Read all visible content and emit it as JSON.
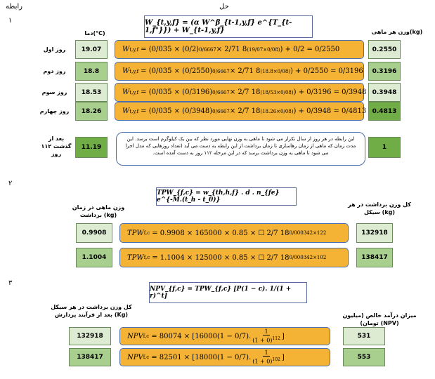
{
  "headers": {
    "relation": "رابطه",
    "solution": "حل"
  },
  "sections": [
    "۱",
    "۲",
    "۳"
  ],
  "s1": {
    "formula": "W_{t,y,f} = (α W^β_{t-1,y,f} e^{T_{t-1,f°}}) + W_{t-1,y,f}",
    "left_header": "دما(°C)",
    "right_header": "وزن هر ماهی(kg)",
    "rows": [
      {
        "day": "روز اول",
        "temp": "19.07",
        "weight": "0.2550",
        "eq": "= (0/035 × (0/2)",
        "exp1": "0/6667",
        "mid": " × 2/71 8",
        "exp2": "(19/07×0/08)",
        "tail": ") + 0/2 = 0/2550"
      },
      {
        "day": "روز دوم",
        "temp": "18.8",
        "weight": "0.3196",
        "eq": "= (0/035 × (0/2550)",
        "exp1": "0/6667",
        "mid": " × 2/71 8",
        "exp2": "(18.8×0/08)",
        "tail": ") + 0/2550 = 0/3196"
      },
      {
        "day": "روز سوم",
        "temp": "18.53",
        "weight": "0.3948",
        "eq": "= (0/035 × (0/3196)",
        "exp1": "0/6667",
        "mid": " × 2/7 18",
        "exp2": "(18/53×0/08)",
        "tail": ") + 0/3196 = 0/3948"
      },
      {
        "day": "روز چهارم",
        "temp": "18.26",
        "weight": "0.4813",
        "eq": "= (0/035 × (0/3948)",
        "exp1": "0/6667",
        "mid": " × 2/7 18",
        "exp2": "(18.26×0/08)",
        "tail": ") + 0/3948 = 0/4813"
      }
    ],
    "lhs": "W",
    "lhs_sub": "t,y,f",
    "after_label": "بعد از گذشت ۱۱۲ روز",
    "after_temp": "11.19",
    "after_weight": "1",
    "note": "این رابطه در هر روز از سال تکرار می شود تا ماهی به وزن نهایی مورد نظر که بین یک کیلوگرم است برسد. این مدت زمان که ماهی از زمان رهاسازی تا زمان برداشت از این رابطه به دست می آید (تعداد روزهایی که مدل اجرا می شود تا ماهی به وزن برداشت برسد که در این مرحله ۱۱۲ روز به دست آمده است."
  },
  "s2": {
    "formula": "TPW_{f,c} = w_{th,h,f} . d . n_{fe} e^{-M.(t_h - t_0)}",
    "left_header": "وزن ماهی در زمان برداشت (kg)",
    "right_header": "کل وزن برداشت در هر سیکل (kg)",
    "rows": [
      {
        "w": "0.9908",
        "total": "132918",
        "eq": "= 0.9908 × 165000 × 0.85 × ☐ 2/7 18",
        "exp": "0/000342×122"
      },
      {
        "w": "1.1004",
        "total": "138417",
        "eq": "= 1.1004 × 125000 × 0.85 × ☐ 2/7 18",
        "exp": "0/000342×102"
      }
    ]
  },
  "s3": {
    "formula": "NPV_{f,c} = TPW_{f,c} [P(1 − c). 1/(1 + r)^t]",
    "left_header": "کل وزن برداشت در هر سیکل بعد از فرآیند پردازش (Kg)",
    "right_header": "میزان درآمد خالص (میلیون تومان) (NPV)",
    "rows": [
      {
        "w": "132918",
        "npv": "531",
        "eq": "= 80074 × [16000(1 − 0/7).",
        "exp": "112"
      },
      {
        "w": "138417",
        "npv": "553",
        "eq": "= 82501 × [18000(1 − 0/7).",
        "exp": "102"
      }
    ]
  }
}
